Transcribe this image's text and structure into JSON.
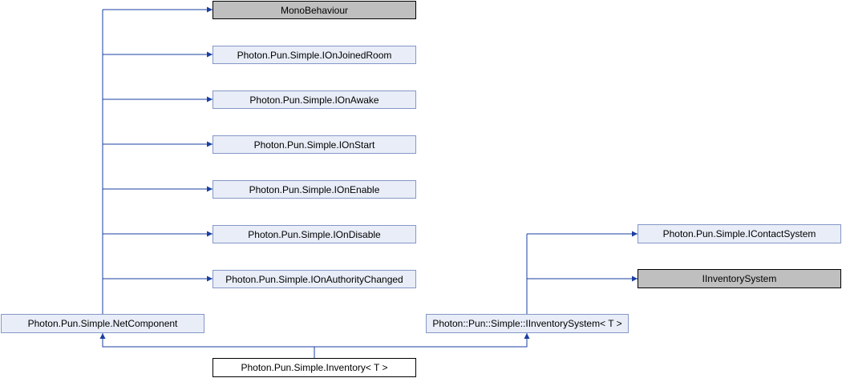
{
  "diagram": {
    "nodes": {
      "monobehaviour": "MonoBehaviour",
      "ionjoinedroom": "Photon.Pun.Simple.IOnJoinedRoom",
      "ionawake": "Photon.Pun.Simple.IOnAwake",
      "ionstart": "Photon.Pun.Simple.IOnStart",
      "ionenable": "Photon.Pun.Simple.IOnEnable",
      "iondisable": "Photon.Pun.Simple.IOnDisable",
      "ionauthoritychanged": "Photon.Pun.Simple.IOnAuthorityChanged",
      "netcomponent": "Photon.Pun.Simple.NetComponent",
      "iinventorysystem_generic": "Photon::Pun::Simple::IInventorySystem< T >",
      "icontactsystem": "Photon.Pun.Simple.IContactSystem",
      "iinventorysystem": "IInventorySystem",
      "inventory": "Photon.Pun.Simple.Inventory< T >"
    },
    "colors": {
      "edge": "#1a3fa0",
      "interface_fill": "#e8edf7",
      "interface_border": "#8597c7",
      "external_fill": "#bfbfbf",
      "current_border": "#000000"
    }
  }
}
